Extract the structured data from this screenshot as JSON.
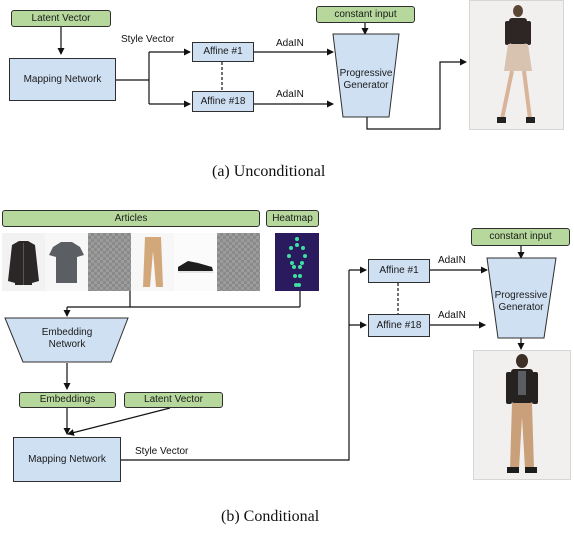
{
  "panel_a": {
    "latent_vector": "Latent Vector",
    "mapping_network": "Mapping Network",
    "style_vector": "Style Vector",
    "affine_first": "Affine #1",
    "affine_last": "Affine #18",
    "adain_top": "AdaIN",
    "adain_bottom": "AdaIN",
    "constant_input": "constant input",
    "generator": "Progressive Generator",
    "caption": "(a) Unconditional"
  },
  "panel_b": {
    "articles": "Articles",
    "heatmap": "Heatmap",
    "embedding_network": "Embedding Network",
    "embeddings": "Embeddings",
    "latent_vector": "Latent Vector",
    "mapping_network": "Mapping Network",
    "style_vector": "Style Vector",
    "affine_first": "Affine #1",
    "affine_last": "Affine #18",
    "adain_top": "AdaIN",
    "adain_bottom": "AdaIN",
    "constant_input": "constant input",
    "generator": "Progressive Generator",
    "caption": "(b) Conditional"
  },
  "colors": {
    "input_green": "#b6d89c",
    "network_blue": "#cfe0f3",
    "heatmap_bg": "#2a1a5e",
    "heatmap_points": "#3fe0a0"
  },
  "icons": {
    "article_items": [
      "leather-jacket",
      "gray-t-shirt",
      "placeholder",
      "beige-trousers",
      "black-sneaker",
      "placeholder"
    ],
    "output_images": [
      "generated-model-unconditional",
      "generated-model-conditional"
    ]
  }
}
